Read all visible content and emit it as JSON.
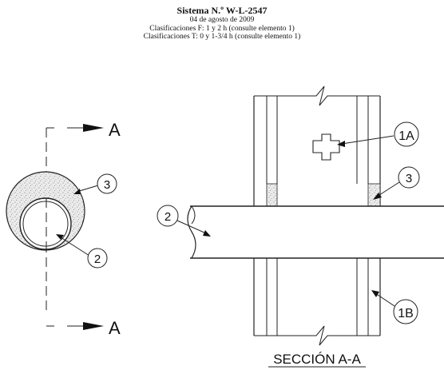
{
  "header": {
    "title": "Sistema N.º W-L-2547",
    "date": "04 de agosto de 2009",
    "f_ratings": "Clasificaciones F: 1 y 2 h (consulte elemento 1)",
    "t_ratings": "Clasificaciones T: 0 y 1-3/4 h (consulte elemento 1)"
  },
  "left_view": {
    "section_mark_top": "A",
    "section_mark_bottom": "A",
    "callout_sealant": "3",
    "callout_pipe": "2"
  },
  "right_view": {
    "callout_1a": "1A",
    "callout_3": "3",
    "callout_2": "2",
    "callout_1b": "1B",
    "section_caption": "SECCIÓN A-A"
  }
}
